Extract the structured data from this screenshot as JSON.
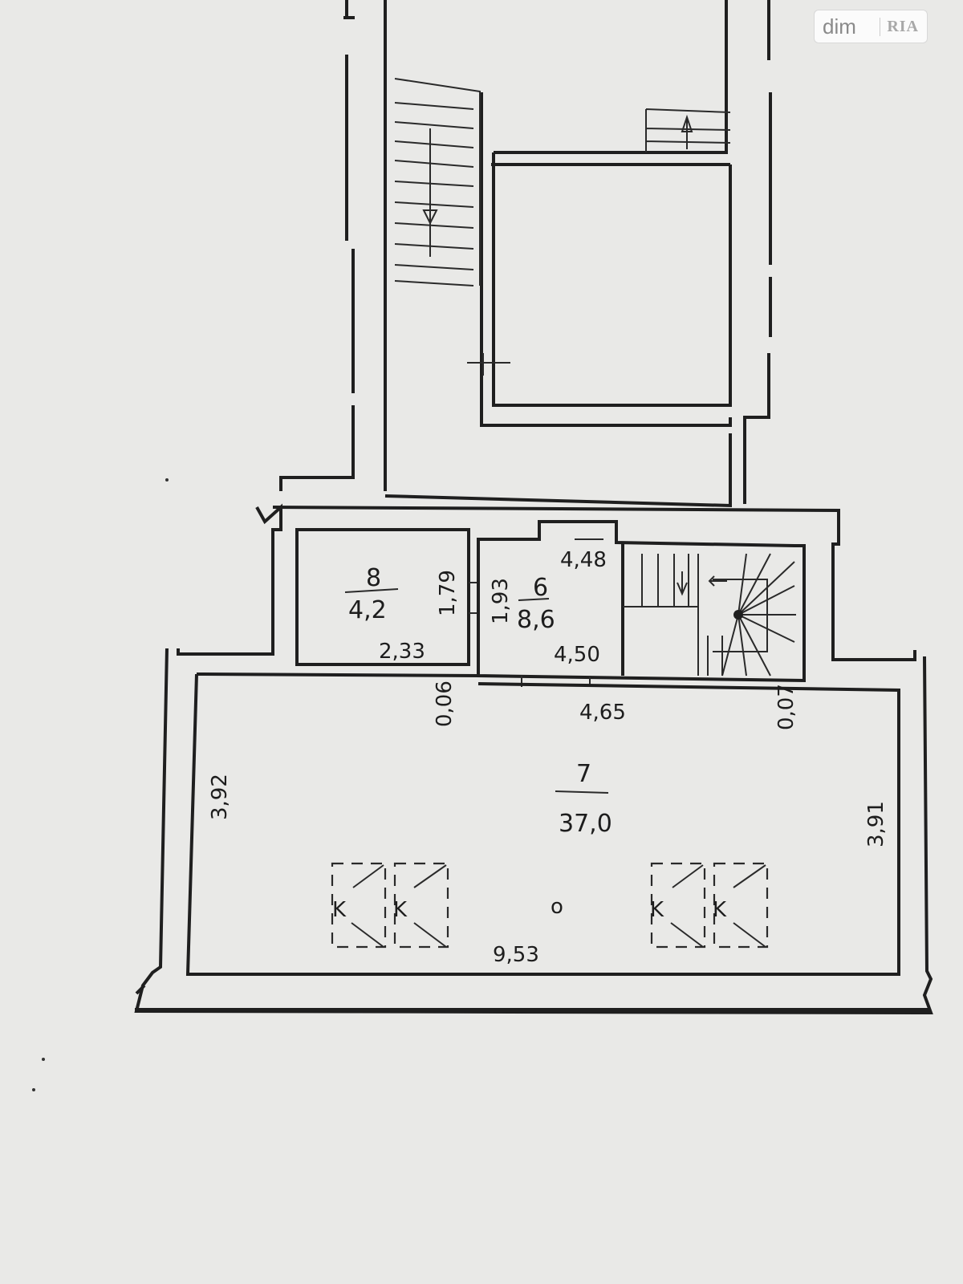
{
  "watermark": {
    "brand": "dim",
    "brand_secondary": "RIA"
  },
  "rooms": [
    {
      "id": "8",
      "number": "8",
      "area": "4,2"
    },
    {
      "id": "6",
      "number": "6",
      "area": "8,6"
    },
    {
      "id": "7",
      "number": "7",
      "area": "37,0"
    }
  ],
  "dimensions": {
    "d_4_48": "4,48",
    "d_1_79": "1,79",
    "d_1_93": "1,93",
    "d_2_33": "2,33",
    "d_4_50": "4,50",
    "d_0_06": "0,06",
    "d_4_65": "4,65",
    "d_0_07": "0,07",
    "d_3_92": "3,92",
    "d_3_91": "3,91",
    "d_9_53": "9,53"
  },
  "fixtures": {
    "k_label": "K",
    "center_mark": "o"
  },
  "colors": {
    "paper": "#e9e9e7",
    "ink": "#1f1f1f"
  }
}
